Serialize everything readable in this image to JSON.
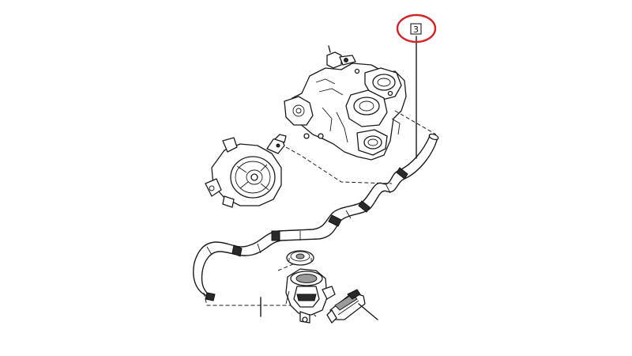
{
  "diagram": {
    "callout_number": "3",
    "highlight_color": "#d3242a",
    "line_color": "#1b1b1b",
    "background": "#ffffff",
    "parts": [
      {
        "name": "engine-assembly"
      },
      {
        "name": "water-pump"
      },
      {
        "name": "coolant-hose"
      },
      {
        "name": "thermostat-cap"
      },
      {
        "name": "thermostat-housing"
      },
      {
        "name": "clip-bracket"
      }
    ]
  }
}
